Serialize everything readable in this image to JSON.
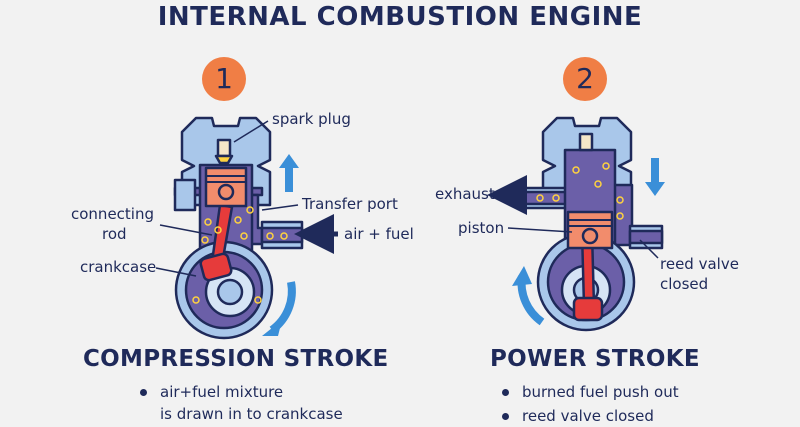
{
  "title": "INTERNAL COMBUSTION ENGINE",
  "left": {
    "number": "1",
    "labels": {
      "spark_plug": "spark plug",
      "transfer_port": "Transfer port",
      "air_fuel": "air + fuel",
      "connecting_rod_1": "connecting",
      "connecting_rod_2": "rod",
      "crankcase": "crankcase"
    },
    "stroke_title": "COMPRESSION STROKE",
    "bullet1_line1": "air+fuel mixture",
    "bullet1_line2": "is drawn in to crankcase"
  },
  "right": {
    "number": "2",
    "labels": {
      "exhaust": "exhaust",
      "piston": "piston",
      "reed_valve_1": "reed valve",
      "reed_valve_2": "closed"
    },
    "stroke_title": "POWER STROKE",
    "bullet1": "burned fuel push out",
    "bullet2": "reed valve closed"
  },
  "colors": {
    "outline": "#1f2a5a",
    "body": "#a9c7ea",
    "chamber": "#6b5fa8",
    "piston": "#f28c6c",
    "rod": "#e63b3b",
    "arrow": "#3a8fd8",
    "badge": "#f07e45"
  }
}
